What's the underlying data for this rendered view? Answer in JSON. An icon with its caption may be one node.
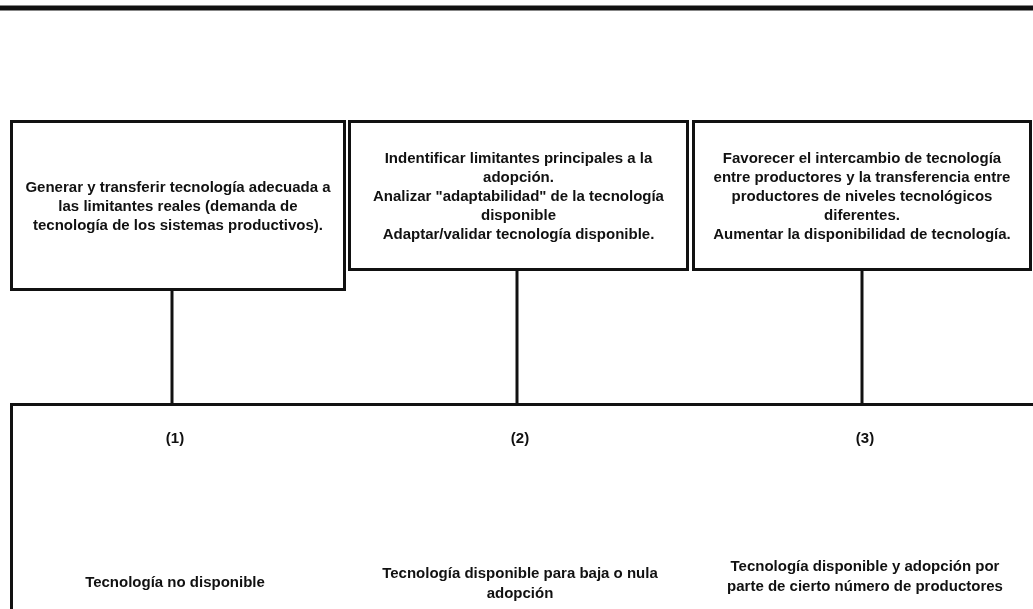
{
  "diagram": {
    "nodes": [
      {
        "text": [
          "Generar y transferir tecnología adecuada a las limitantes reales (demanda de tecnología de los sistemas productivos)."
        ]
      },
      {
        "text": [
          "Indentificar limitantes principales a la adopción.",
          "Analizar \"adaptabilidad\" de la tecnología disponible",
          "Adaptar/validar tecnología disponible."
        ]
      },
      {
        "text": [
          "Favorecer el intercambio de tecnología entre productores y la transferencia entre productores de niveles tecnológicos diferentes.",
          "Aumentar la disponibilidad de tecnología."
        ]
      },
      {
        "text": [
          "(1)",
          "Tecnología no disponible",
          "(2)",
          "Tecnología disponible para baja o nula adopción",
          "(3)",
          "Tecnología disponible y adopción por parte de cierto número de productores"
        ]
      }
    ],
    "edges": [
      {
        "from": 0,
        "to": 3,
        "arrow": "none"
      },
      {
        "from": 1,
        "to": 3,
        "arrow": "none"
      },
      {
        "from": 2,
        "to": 3,
        "arrow": "none"
      }
    ]
  }
}
